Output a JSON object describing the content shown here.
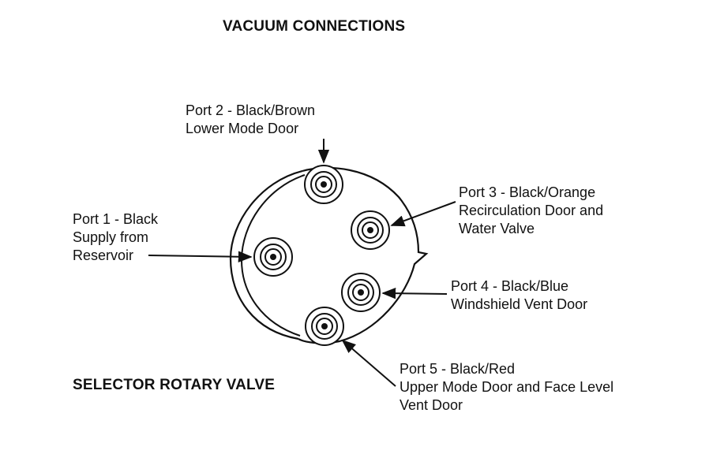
{
  "title": "VACUUM CONNECTIONS",
  "subtitle": "SELECTOR ROTARY VALVE",
  "ports": {
    "port1": {
      "line1": "Port 1 - Black",
      "line2": "Supply from",
      "line3": "Reservoir"
    },
    "port2": {
      "line1": "Port 2 - Black/Brown",
      "line2": "Lower Mode Door"
    },
    "port3": {
      "line1": "Port 3 - Black/Orange",
      "line2": "Recirculation Door and",
      "line3": "Water Valve"
    },
    "port4": {
      "line1": "Port 4 - Black/Blue",
      "line2": "Windshield Vent Door"
    },
    "port5": {
      "line1": "Port 5 - Black/Red",
      "line2": "Upper Mode Door and Face Level",
      "line3": "Vent Door"
    }
  },
  "colors": {
    "ink": "#111111",
    "background": "#ffffff"
  }
}
